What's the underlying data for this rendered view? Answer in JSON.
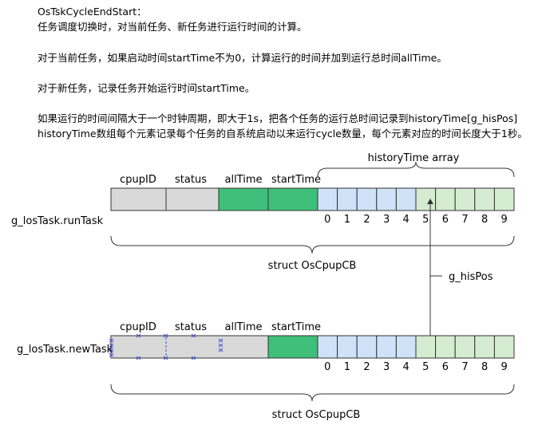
{
  "text": {
    "heading": "OsTskCycleEndStart：",
    "line1": "任务调度切换时，对当前任务、新任务进行运行时间的计算。",
    "line2": "对于当前任务，如果启动时间startTime不为0，计算运行的时间并加到运行总时间allTime。",
    "line3": "对于新任务，记录任务开始运行时间startTime。",
    "line4": "如果运行的时间间隔大于一个时钟周期，即大于1s，把各个任务的运行总时间记录到historyTime[g_hisPos]",
    "line5": "historyTime数组每个元素记录每个任务的自系统启动以来运行cycle数量，每个元素对应的时间长度大于1秒。"
  },
  "diagram": {
    "array_label": "historyTime array",
    "pointer_label": "g_hisPos",
    "top": {
      "task_label": "g_losTask.runTask",
      "struct_label": "struct OsCpupCB",
      "field_labels": [
        "cpupID",
        "status",
        "allTime",
        "startTime"
      ]
    },
    "bottom": {
      "task_label": "g_losTask.newTask",
      "struct_label": "struct OsCpupCB",
      "field_labels": [
        "cpupID",
        "status",
        "allTime",
        "startTime"
      ]
    },
    "indices": [
      "0",
      "1",
      "2",
      "3",
      "4",
      "5",
      "6",
      "7",
      "8",
      "9"
    ],
    "colors": {
      "grey": "#d9d9d9",
      "green": "#3fbf7a",
      "blue": "#cfe2f7",
      "light_green": "#d6ecd2",
      "stroke": "#333333",
      "cross": "#3a4fd6"
    }
  }
}
